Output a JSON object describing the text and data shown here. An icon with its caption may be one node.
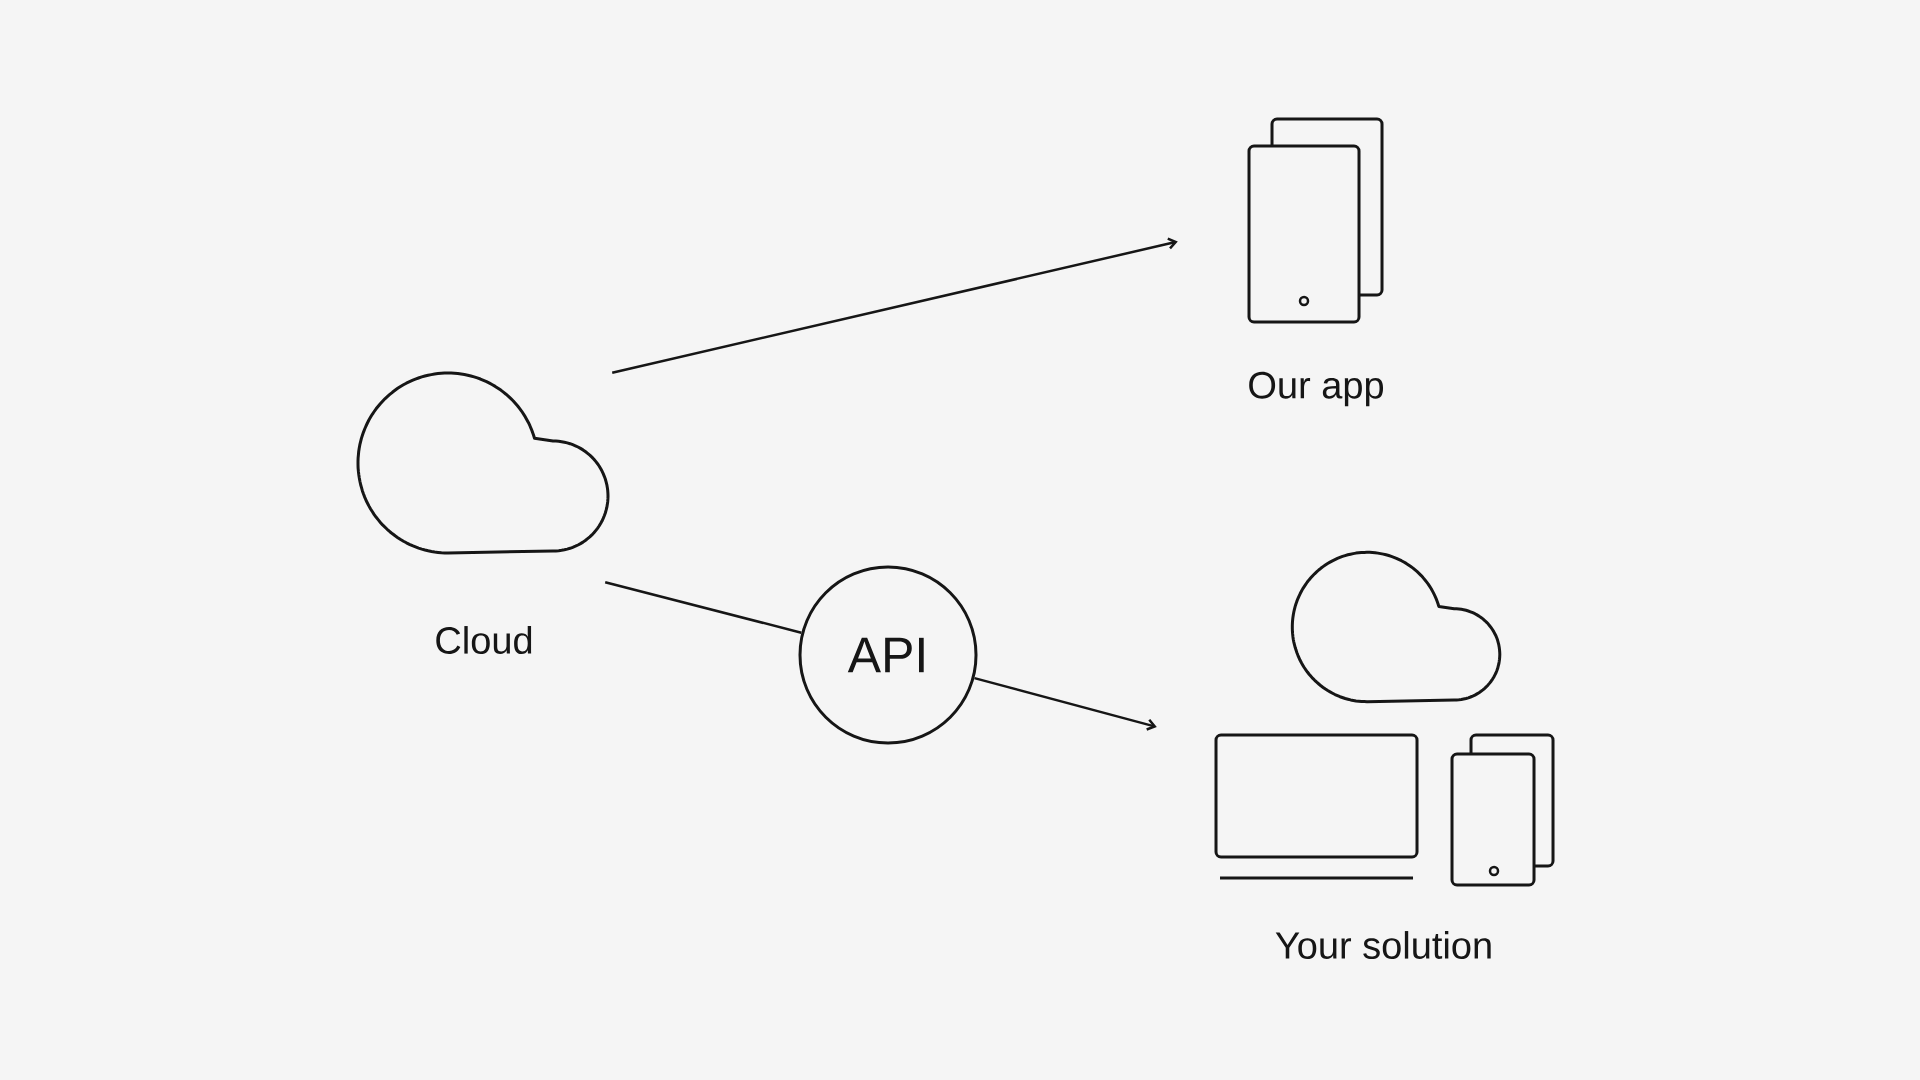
{
  "diagram": {
    "nodes": [
      {
        "text": [
          "Cloud"
        ]
      },
      {
        "text": [
          "Our app"
        ]
      },
      {
        "text": [
          "API"
        ]
      },
      {
        "text": [
          "Your solution"
        ]
      }
    ],
    "edges": [
      {
        "from": 0,
        "to": 1,
        "arrow": "to"
      },
      {
        "from": 0,
        "to": 2,
        "arrow": "none"
      },
      {
        "from": 2,
        "to": 3,
        "arrow": "to"
      }
    ]
  }
}
